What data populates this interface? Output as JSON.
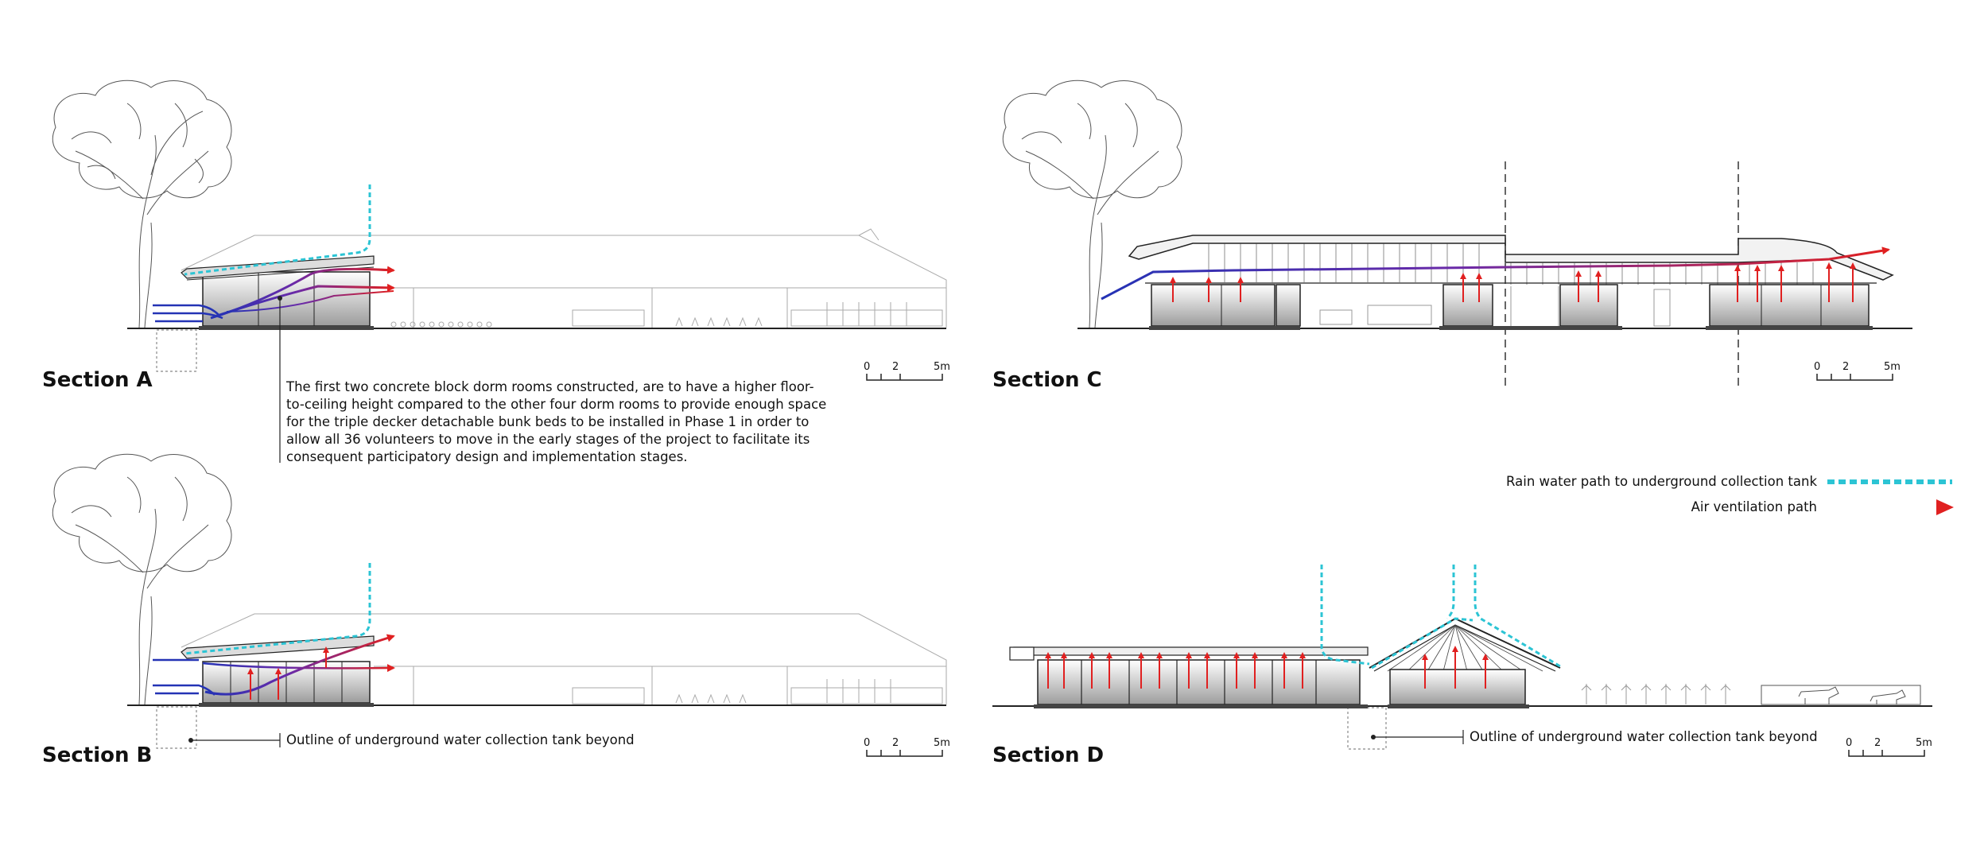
{
  "sections": {
    "a": {
      "label": "Section A"
    },
    "b": {
      "label": "Section B"
    },
    "c": {
      "label": "Section C"
    },
    "d": {
      "label": "Section D"
    }
  },
  "notes": {
    "dorm_rooms": [
      "The first two concrete block dorm rooms constructed, are to have a higher floor-",
      "to-ceiling height compared to the other four dorm rooms to provide enough space",
      "for the triple decker detachable bunk beds to be installed in Phase 1 in order to",
      "allow all 36 volunteers to move in the early stages of the project to facilitate its",
      "consequent participatory design and implementation stages."
    ],
    "tank_b": "Outline of underground water collection tank beyond",
    "tank_d": "Outline of underground water collection tank beyond"
  },
  "scale_bar": {
    "ticks": [
      "0",
      "2",
      "5m"
    ]
  },
  "legend": {
    "rain_label": "Rain water path to underground collection tank",
    "rain_color": "#2cc4d4",
    "air_label": "Air ventilation path",
    "air_color_start": "#2433b5",
    "air_color_end": "#e02020"
  },
  "colors": {
    "line": "#222222",
    "light_line": "#aaaaaa",
    "arrow_red": "#e02020",
    "arrow_blue": "#2433b5"
  }
}
